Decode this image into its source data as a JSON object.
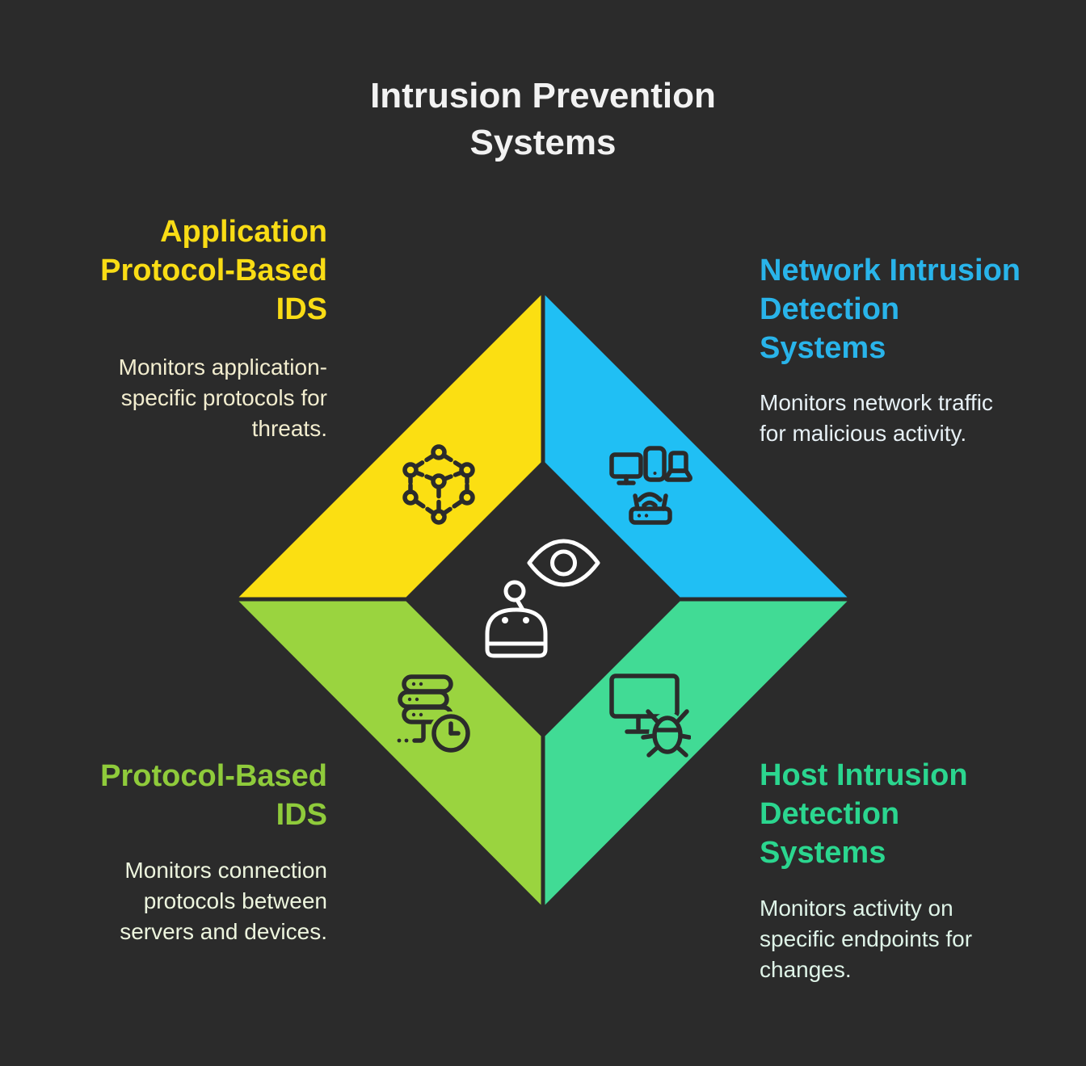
{
  "title": "Intrusion Prevention\nSystems",
  "colors": {
    "background": "#2B2B2B",
    "title_text": "#F2F2F2",
    "icon_stroke_dark": "#2B2B2B",
    "icon_stroke_light": "#FFFFFF"
  },
  "sections": [
    {
      "id": "application-protocol-based-ids",
      "position": "top-left",
      "heading": "Application\nProtocol-Based\nIDS",
      "description": "Monitors application-\nspecific protocols for\nthreats.",
      "heading_color": "#F9DC15",
      "description_color": "#F2EDCF",
      "segment_color": "#FBDF12",
      "icon": "mesh-network-icon"
    },
    {
      "id": "network-intrusion-detection-systems",
      "position": "top-right",
      "heading": "Network Intrusion\nDetection\nSystems",
      "description": "Monitors network traffic\nfor malicious activity.",
      "heading_color": "#29B4EA",
      "description_color": "#E7F0F5",
      "segment_color": "#20BFF4",
      "icon": "connected-devices-icon"
    },
    {
      "id": "protocol-based-ids",
      "position": "bottom-left",
      "heading": "Protocol-Based\nIDS",
      "description": "Monitors connection\nprotocols between\nservers and devices.",
      "heading_color": "#8FCB3B",
      "description_color": "#EDF5DE",
      "segment_color": "#9AD43F",
      "icon": "server-clock-icon"
    },
    {
      "id": "host-intrusion-detection-systems",
      "position": "bottom-right",
      "heading": "Host Intrusion\nDetection\nSystems",
      "description": "Monitors activity on\nspecific endpoints for\nchanges.",
      "heading_color": "#2BD68F",
      "description_color": "#DFF4E8",
      "segment_color": "#41DB95",
      "icon": "monitor-bug-icon"
    }
  ],
  "center": {
    "icons": [
      "eye-icon",
      "robot-icon"
    ]
  }
}
